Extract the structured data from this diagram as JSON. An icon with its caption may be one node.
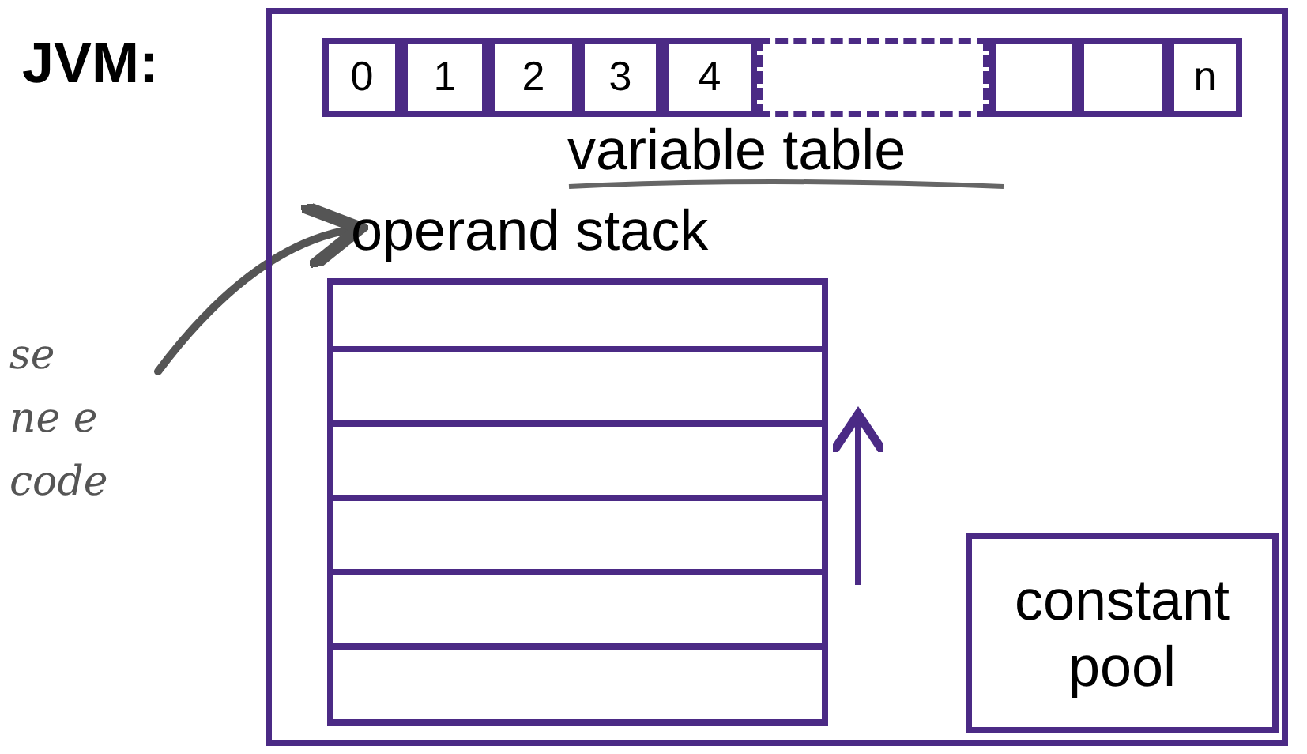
{
  "diagram": {
    "nodes": [
      {
        "text": [
          "JVM:"
        ]
      },
      {
        "text": [
          "variable table"
        ],
        "in": 0
      },
      {
        "text": [
          "0"
        ],
        "in": 1
      },
      {
        "text": [
          "1"
        ],
        "in": 1
      },
      {
        "text": [
          "2"
        ],
        "in": 1
      },
      {
        "text": [
          "3"
        ],
        "in": 1
      },
      {
        "text": [
          "4"
        ],
        "in": 1
      },
      {
        "text": [],
        "shape": "box",
        "in": 1
      },
      {
        "text": [],
        "shape": "box",
        "in": 1
      },
      {
        "text": [],
        "shape": "box",
        "in": 1
      },
      {
        "text": [
          "n"
        ],
        "in": 1
      },
      {
        "text": [
          "operand stack"
        ],
        "in": 0
      },
      {
        "text": [],
        "shape": "box",
        "in": 11
      },
      {
        "text": [],
        "shape": "box",
        "in": 11
      },
      {
        "text": [],
        "shape": "box",
        "in": 11
      },
      {
        "text": [],
        "shape": "box",
        "in": 11
      },
      {
        "text": [],
        "shape": "box",
        "in": 11
      },
      {
        "text": [],
        "shape": "box",
        "in": 11
      },
      {
        "text": [
          "constant pool"
        ],
        "in": 0
      },
      {
        "text": [
          "se ne e code"
        ]
      }
    ],
    "edges": [
      {
        "from": 19,
        "to": 11,
        "arrow": "to"
      }
    ]
  }
}
